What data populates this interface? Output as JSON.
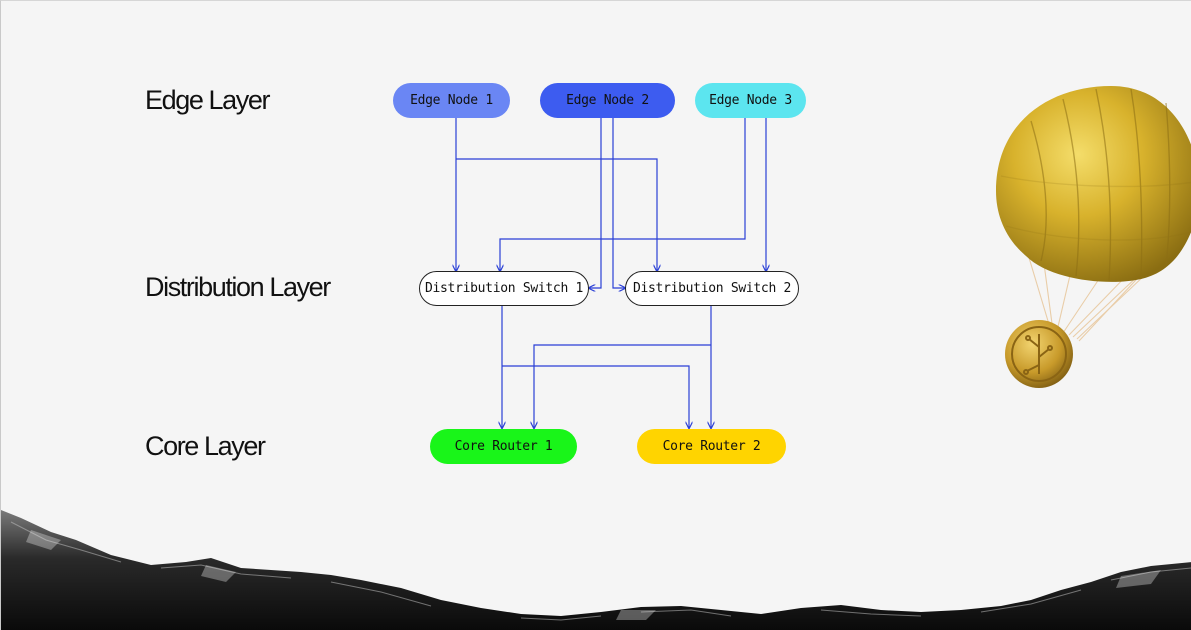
{
  "layers": {
    "edge": "Edge Layer",
    "distribution": "Distribution Layer",
    "core": "Core Layer"
  },
  "nodes": {
    "edge_node_1": "Edge Node 1",
    "edge_node_2": "Edge Node 2",
    "edge_node_3": "Edge Node 3",
    "distribution_switch_1": "Distribution Switch 1",
    "distribution_switch_2": "Distribution Switch 2",
    "core_router_1": "Core Router 1",
    "core_router_2": "Core Router 2"
  },
  "colors": {
    "edge_node_1": "#6a86f4",
    "edge_node_2": "#3d5cf0",
    "edge_node_3": "#5ce5ef",
    "distribution_switch": "#ffffff",
    "core_router_1": "#19f519",
    "core_router_2": "#ffd400",
    "connector": "#2a3fd6",
    "background": "#f5f5f5"
  },
  "connections": [
    {
      "from": "Edge Node 1",
      "to": "Distribution Switch 1"
    },
    {
      "from": "Edge Node 1",
      "to": "Distribution Switch 2"
    },
    {
      "from": "Edge Node 2",
      "to": "Distribution Switch 1"
    },
    {
      "from": "Edge Node 2",
      "to": "Distribution Switch 2"
    },
    {
      "from": "Edge Node 3",
      "to": "Distribution Switch 1"
    },
    {
      "from": "Edge Node 3",
      "to": "Distribution Switch 2"
    },
    {
      "from": "Distribution Switch 1",
      "to": "Core Router 1"
    },
    {
      "from": "Distribution Switch 1",
      "to": "Core Router 2"
    },
    {
      "from": "Distribution Switch 2",
      "to": "Core Router 1"
    },
    {
      "from": "Distribution Switch 2",
      "to": "Core Router 2"
    }
  ],
  "decorations": {
    "parachute": "parachute-with-coin-illustration",
    "mountains": "mountain-range-illustration"
  }
}
